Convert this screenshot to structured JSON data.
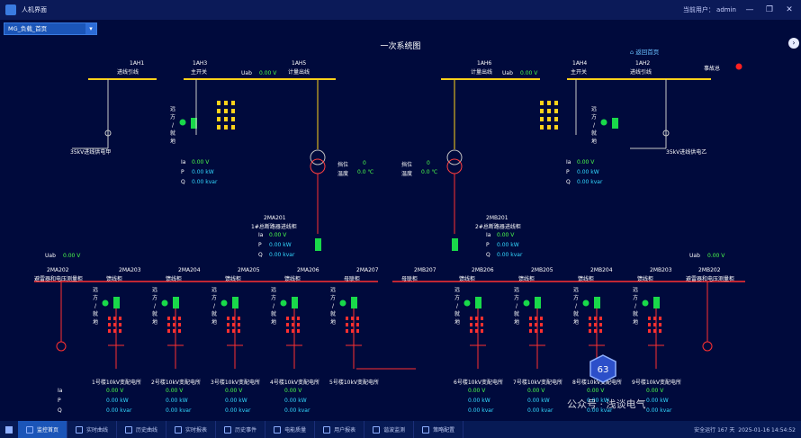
{
  "app": {
    "title": "人机界面",
    "user": "当前用户： admin",
    "page_select": "MG_负载_首页",
    "dropdown": "▾"
  },
  "diagram_title": "一次系统图",
  "back_label": "返回首页",
  "alarm_label": "事故总",
  "remote_local": [
    "远",
    "方",
    "/",
    "就",
    "地"
  ],
  "top": {
    "cab_1AH1": [
      "1AH1",
      "进线引线"
    ],
    "cab_1AH3": [
      "1AH3",
      "主开关"
    ],
    "uab_left": {
      "label": "Uab",
      "value": "0.00 V"
    },
    "cab_1AH5": [
      "1AH5",
      "计量出线"
    ],
    "cab_1AH6": [
      "1AH6",
      "计量出线"
    ],
    "uab_right": {
      "label": "Uab",
      "value": "0.00 V"
    },
    "cab_1AH4": [
      "1AH4",
      "主开关"
    ],
    "cab_1AH2": [
      "1AH2",
      "进线引线"
    ],
    "line_left": "35kV进线供电甲",
    "line_right": "35kV进线供电乙",
    "meas_left": [
      [
        "Ia",
        "0.00 V"
      ],
      [
        "P",
        "0.00 kW"
      ],
      [
        "Q",
        "0.00 kvar"
      ]
    ],
    "meas_right": [
      [
        "Ia",
        "0.00 V"
      ],
      [
        "P",
        "0.00 kW"
      ],
      [
        "Q",
        "0.00 kvar"
      ]
    ],
    "tx_left": [
      [
        "挡位",
        "0"
      ],
      [
        "温度",
        "0.0 ℃"
      ]
    ],
    "tx_right": [
      [
        "挡位",
        "0"
      ],
      [
        "温度",
        "0.0 ℃"
      ]
    ]
  },
  "mid": {
    "in_left": [
      "2MA201",
      "1#总断路器进线柜"
    ],
    "in_right": [
      "2MB201",
      "2#总断路器进线柜"
    ],
    "meas_left": [
      [
        "Ia",
        "0.00 V"
      ],
      [
        "P",
        "0.00 kW"
      ],
      [
        "Q",
        "0.00 kvar"
      ]
    ],
    "meas_right": [
      [
        "Ia",
        "0.00 V"
      ],
      [
        "P",
        "0.00 kW"
      ],
      [
        "Q",
        "0.00 kvar"
      ]
    ],
    "uab_left": {
      "label": "Uab",
      "value": "0.00 V"
    },
    "uab_right": {
      "label": "Uab",
      "value": "0.00 V"
    }
  },
  "cabinets": [
    [
      "2MA202",
      "避雷器和电压测量柜"
    ],
    [
      "2MA203",
      "馈线柜"
    ],
    [
      "2MA204",
      "馈线柜"
    ],
    [
      "2MA205",
      "馈线柜"
    ],
    [
      "2MA206",
      "馈线柜"
    ],
    [
      "2MA207",
      "母联柜"
    ],
    [
      "2MB207",
      "母联柜"
    ],
    [
      "2MB206",
      "馈线柜"
    ],
    [
      "2MB205",
      "馈线柜"
    ],
    [
      "2MB204",
      "馈线柜"
    ],
    [
      "2MB203",
      "馈线柜"
    ],
    [
      "2MB202",
      "避雷器和电压测量柜"
    ]
  ],
  "feeders_left": [
    {
      "name": "1号楼10kV变配电所",
      "ia": "0.00 V",
      "p": "0.00 kW",
      "q": "0.00 kvar"
    },
    {
      "name": "2号楼10kV变配电所",
      "ia": "0.00 V",
      "p": "0.00 kW",
      "q": "0.00 kvar"
    },
    {
      "name": "3号楼10kV变配电所",
      "ia": "0.00 V",
      "p": "0.00 kW",
      "q": "0.00 kvar"
    },
    {
      "name": "4号楼10kV变配电所",
      "ia": "0.00 V",
      "p": "0.00 kW",
      "q": "0.00 kvar"
    },
    {
      "name": "5号楼10kV变配电所"
    }
  ],
  "feeders_right": [
    {
      "name": "6号楼10kV变配电所",
      "ia": "0.00 V",
      "p": "0.00 kW",
      "q": "0.00 kvar"
    },
    {
      "name": "7号楼10kV变配电所",
      "ia": "0.00 V",
      "p": "0.00 kW",
      "q": "0.00 kvar"
    },
    {
      "name": "8号楼10kV变配电所",
      "ia": "0.00 V",
      "p": "0.00 kW",
      "q": "0.00 kvar"
    },
    {
      "name": "9号楼10kV变配电所",
      "ia": "0.00 V",
      "p": "0.00 kW",
      "q": "0.00 kvar"
    }
  ],
  "row_labels": [
    "Ia",
    "P",
    "Q"
  ],
  "badge": "63",
  "watermark": "公众号 · 浅谈电气",
  "nav": [
    "监控首页",
    "实时曲线",
    "历史曲线",
    "实时报表",
    "历史事件",
    "电能质量",
    "用户报表",
    "谐波监测",
    "策略配置"
  ],
  "status": {
    "run": "安全运行 167 天",
    "time": "2025-01-16 14:54:52"
  },
  "colors": {
    "bus": "#ffd21a",
    "bus_low": "#ff3030",
    "breaker": "#19d94a",
    "cabinet": "#ff3030",
    "line": "#c9c9c9"
  }
}
